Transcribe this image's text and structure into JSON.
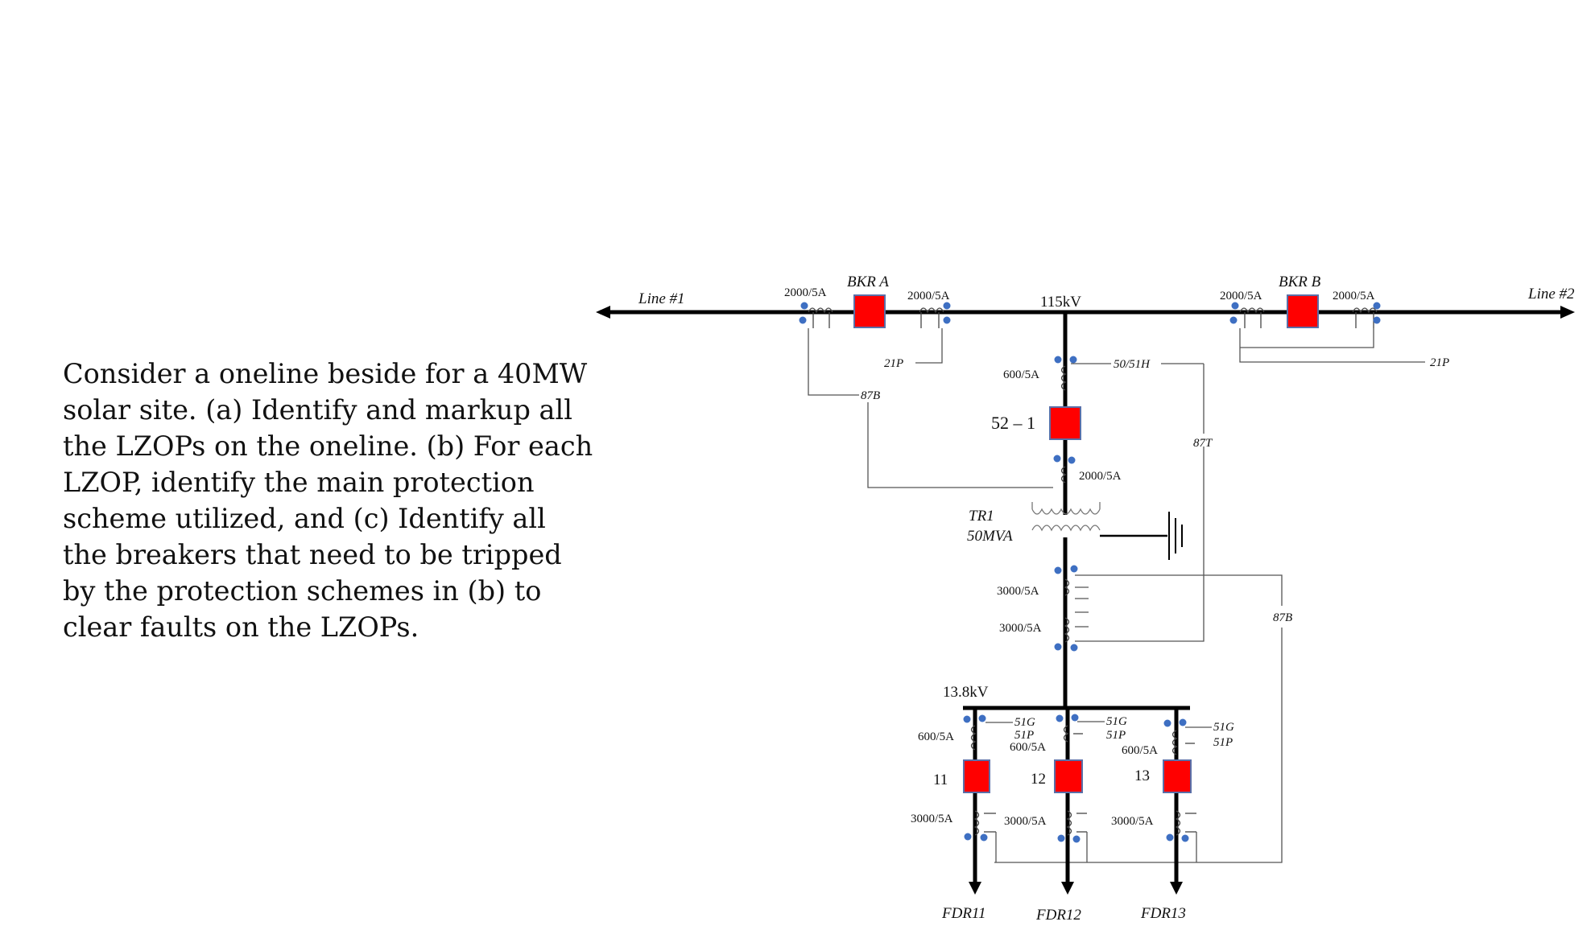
{
  "question": "Consider a oneline beside for a 40MW solar site. (a) Identify and markup all the LZOPs on the oneline. (b) For each LZOP, identify the main protection scheme utilized, and (c) Identify all the breakers that need to be tripped by the protection schemes in (b) to clear faults on the LZOPs.",
  "lines": {
    "left": "Line #1",
    "right": "Line #2"
  },
  "buses": {
    "hv": "115kV",
    "lv": "13.8kV"
  },
  "breakers": {
    "bkr_a": "BKR A",
    "bkr_b": "BKR B",
    "xfmr_hv": "52 – 1",
    "f11": "11",
    "f12": "12",
    "f13": "13"
  },
  "cts": {
    "a_left": "2000/5A",
    "a_right": "2000/5A",
    "b_left": "2000/5A",
    "b_right": "2000/5A",
    "xfmr_hv_top": "600/5A",
    "xfmr_hv_bottom": "2000/5A",
    "xfmr_lv_1": "3000/5A",
    "xfmr_lv_2": "3000/5A",
    "f11_top": "600/5A",
    "f12_top": "600/5A",
    "f13_top": "600/5A",
    "f11_bottom": "3000/5A",
    "f12_bottom": "3000/5A",
    "f13_bottom": "3000/5A"
  },
  "relays": {
    "line1_21p": "21P",
    "line1_87b": "87B",
    "xfmr_5051h": "50/51H",
    "xfmr_87t": "87T",
    "line2_21p": "21P",
    "lv_87b": "87B",
    "f11_51g": "51G",
    "f11_51p": "51P",
    "f12_51g": "51G",
    "f12_51p": "51P",
    "f13_51g": "51G",
    "f13_51p": "51P"
  },
  "transformer": {
    "name": "TR1",
    "rating": "50MVA"
  },
  "feeders": {
    "f11": "FDR11",
    "f12": "FDR12",
    "f13": "FDR13"
  },
  "colors": {
    "breaker": "#ff0000",
    "breaker_border": "#5a6fa8",
    "ct_dot": "#3e6fc2",
    "wire": "#000000",
    "thin_wire": "#555555"
  }
}
